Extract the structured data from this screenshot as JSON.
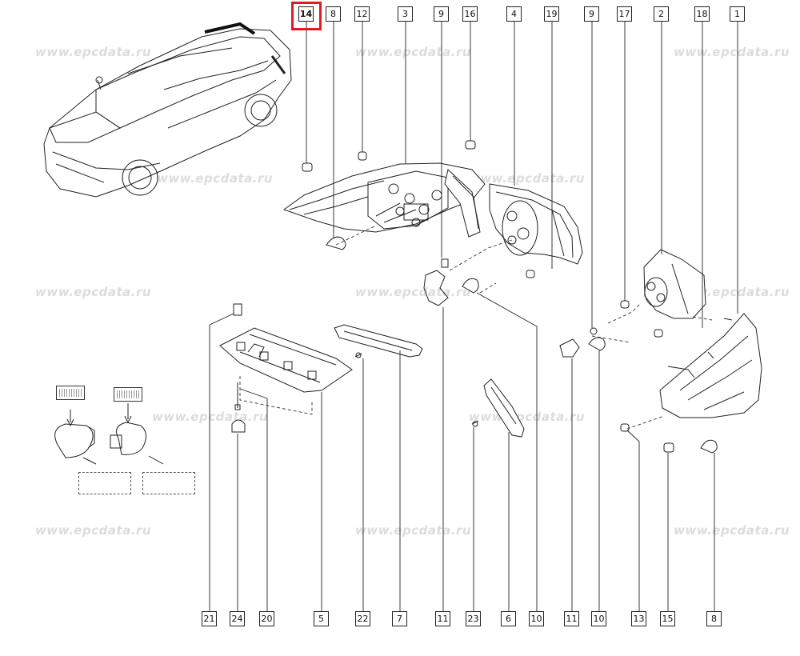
{
  "watermark": "www.epcdata.ru",
  "highlight_color": "#e01b24",
  "callouts_top": [
    "14",
    "8",
    "12",
    "3",
    "9",
    "16",
    "4",
    "19",
    "9",
    "17",
    "2",
    "18",
    "1"
  ],
  "callouts_bottom": [
    "21",
    "24",
    "20",
    "5",
    "22",
    "7",
    "11",
    "23",
    "6",
    "10",
    "11",
    "10",
    "13",
    "15",
    "8"
  ],
  "highlighted_part": "14"
}
